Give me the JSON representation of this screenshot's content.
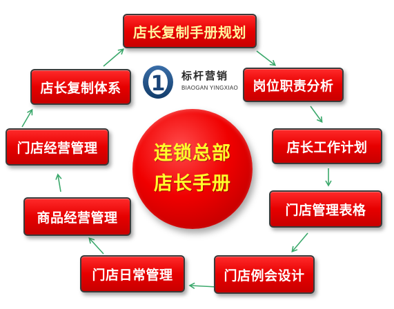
{
  "nodes": {
    "plan": "店长复制手册规划",
    "job": "岗位职责分析",
    "work_plan": "店长工作计划",
    "tables": "门店管理表格",
    "meeting": "门店例会设计",
    "daily": "门店日常管理",
    "goods": "商品经营管理",
    "operation": "门店经营管理",
    "system": "店长复制体系"
  },
  "center": {
    "line1": "连锁总部",
    "line2": "店长手册"
  },
  "logo": {
    "mark": "1",
    "name": "标杆营销",
    "sub": "BIAOGAN YINGXIAO"
  },
  "colors": {
    "node_red": "#e60000",
    "center_text": "#ffff2a",
    "arrow": "#3aa86b"
  }
}
